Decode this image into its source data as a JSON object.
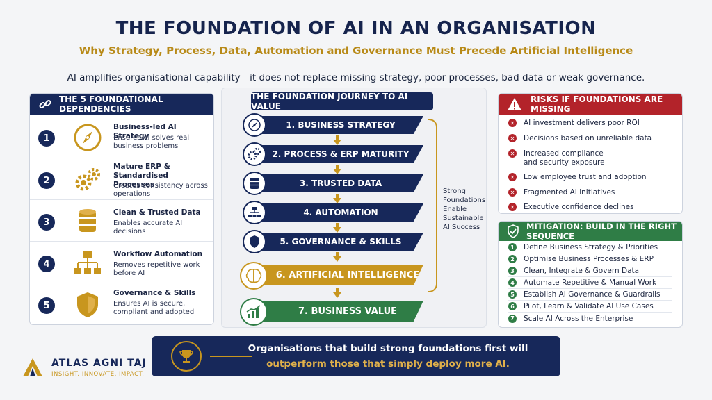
{
  "header": {
    "title": "THE FOUNDATION OF AI IN AN ORGANISATION",
    "subtitle": "Why Strategy, Process, Data, Automation and Governance Must Precede Artificial Intelligence",
    "tagline": "AI amplifies organisational capability—it does not replace missing strategy, poor processes, bad data or weak governance."
  },
  "dependencies": {
    "heading": "THE 5 FOUNDATIONAL DEPENDENCIES",
    "items": [
      {
        "num": "1",
        "title": "Business-led AI Strategy",
        "desc": "Ensures AI solves real business problems",
        "icon": "compass-icon"
      },
      {
        "num": "2",
        "title": "Mature ERP & Standardised Processes",
        "desc": "Creates consistency across operations",
        "icon": "gears-icon"
      },
      {
        "num": "3",
        "title": "Clean & Trusted Data",
        "desc": "Enables accurate AI decisions",
        "icon": "database-icon"
      },
      {
        "num": "4",
        "title": "Workflow Automation",
        "desc": "Removes repetitive work before AI",
        "icon": "workflow-icon"
      },
      {
        "num": "5",
        "title": "Governance & Skills",
        "desc": "Ensures AI is secure, compliant and adopted",
        "icon": "shield-icon"
      }
    ]
  },
  "journey": {
    "heading": "THE FOUNDATION JOURNEY TO AI VALUE",
    "steps": [
      {
        "label": "1. BUSINESS STRATEGY",
        "icon": "compass-icon"
      },
      {
        "label": "2. PROCESS & ERP MATURITY",
        "icon": "gears-icon"
      },
      {
        "label": "3. TRUSTED DATA",
        "icon": "database-icon"
      },
      {
        "label": "4. AUTOMATION",
        "icon": "workflow-icon"
      },
      {
        "label": "5. GOVERNANCE & SKILLS",
        "icon": "shield-icon"
      },
      {
        "label": "6. ARTIFICIAL INTELLIGENCE",
        "icon": "brain-icon"
      },
      {
        "label": "7. BUSINESS VALUE",
        "icon": "growth-chart-icon"
      }
    ],
    "side_note": "Strong Foundations Enable Sustainable AI Success"
  },
  "risks": {
    "heading": "RISKS IF FOUNDATIONS ARE MISSING",
    "items": [
      "AI investment delivers poor ROI",
      "Decisions based on unreliable data",
      "Increased compliance and security exposure",
      "Low employee trust and adoption",
      "Fragmented AI initiatives",
      "Executive confidence declines"
    ]
  },
  "mitigation": {
    "heading": "MITIGATION: BUILD IN THE RIGHT SEQUENCE",
    "items": [
      "Define Business Strategy & Priorities",
      "Optimise Business Processes & ERP",
      "Clean, Integrate & Govern Data",
      "Automate Repetitive & Manual Work",
      "Establish AI Governance & Guardrails",
      "Pilot, Learn & Validate AI Use Cases",
      "Scale AI Across the Enterprise"
    ]
  },
  "footer": {
    "line1": "Organisations that build strong foundations first will",
    "line2": "outperform those that simply deploy more AI.",
    "brand_name": "ATLAS AGNI TAJ",
    "brand_tagline": "INSIGHT. INNOVATE. IMPACT."
  },
  "colors": {
    "navy": "#17285a",
    "gold": "#c8961e",
    "red": "#b3232a",
    "green": "#2f7d46"
  }
}
